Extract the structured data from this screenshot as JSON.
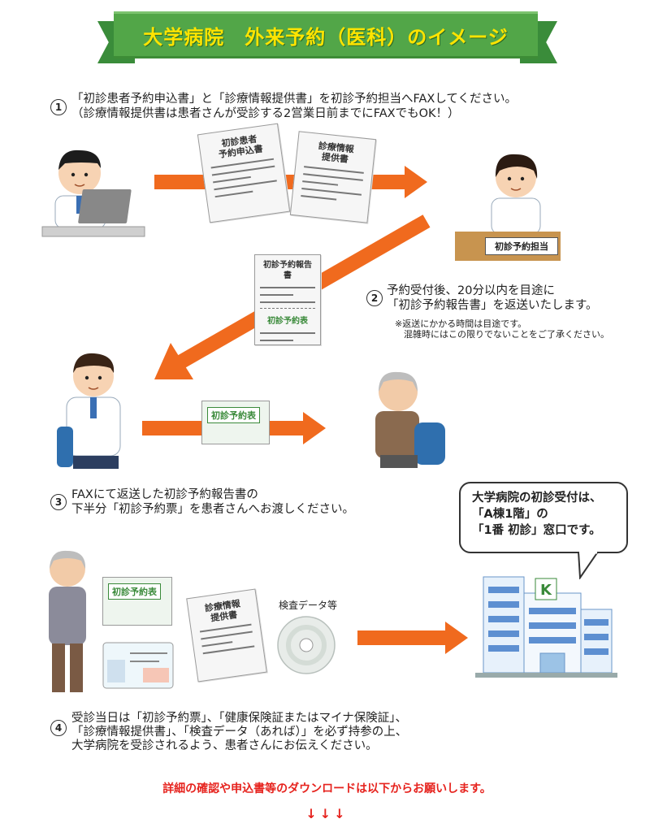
{
  "title": "大学病院　外来予約（医科）のイメージ",
  "steps": [
    {
      "num": "1",
      "lines": [
        "「初診患者予約申込書」と「診療情報提供書」を初診予約担当へFAXしてください。",
        "（診療情報提供書は患者さんが受診する2営業日前までにFAXでもOK！）"
      ]
    },
    {
      "num": "2",
      "lines": [
        "予約受付後、20分以内を目途に",
        "「初診予約報告書」を返送いたします。"
      ],
      "note": [
        "※返送にかかる時間は目途です。",
        "　混雑時にはこの限りでないことをご了承ください。"
      ]
    },
    {
      "num": "3",
      "lines": [
        "FAXにて返送した初診予約報告書の",
        "下半分「初診予約票」を患者さんへお渡しください。"
      ]
    },
    {
      "num": "4",
      "lines": [
        "受診当日は「初診予約票」、「健康保険証またはマイナ保険証」、",
        "「診療情報提供書」、「検査データ（あれば）」を必ず持参の上、",
        "大学病院を受診されるよう、患者さんにお伝えください。"
      ]
    }
  ],
  "docs": {
    "application": "初診患者\n予約申込書",
    "referral": "診療情報\n提供書",
    "report": "初診予約報告書",
    "ticket": "初診予約表",
    "referral2": "診療情報\n提供書",
    "test_data": "検査データ等"
  },
  "placard": "初診予約担当",
  "bubble": [
    "大学病院の初診受付は、",
    "「A棟1階」の",
    "「1番 初診」窓口です。"
  ],
  "footer": "詳細の確認や申込書等のダウンロードは以下からお願いします。",
  "footer_arrows": "↓↓↓",
  "colors": {
    "banner": "#52a648",
    "banner_text": "#ffe400",
    "arrow": "#f06a1e",
    "footer": "#e6231e"
  }
}
